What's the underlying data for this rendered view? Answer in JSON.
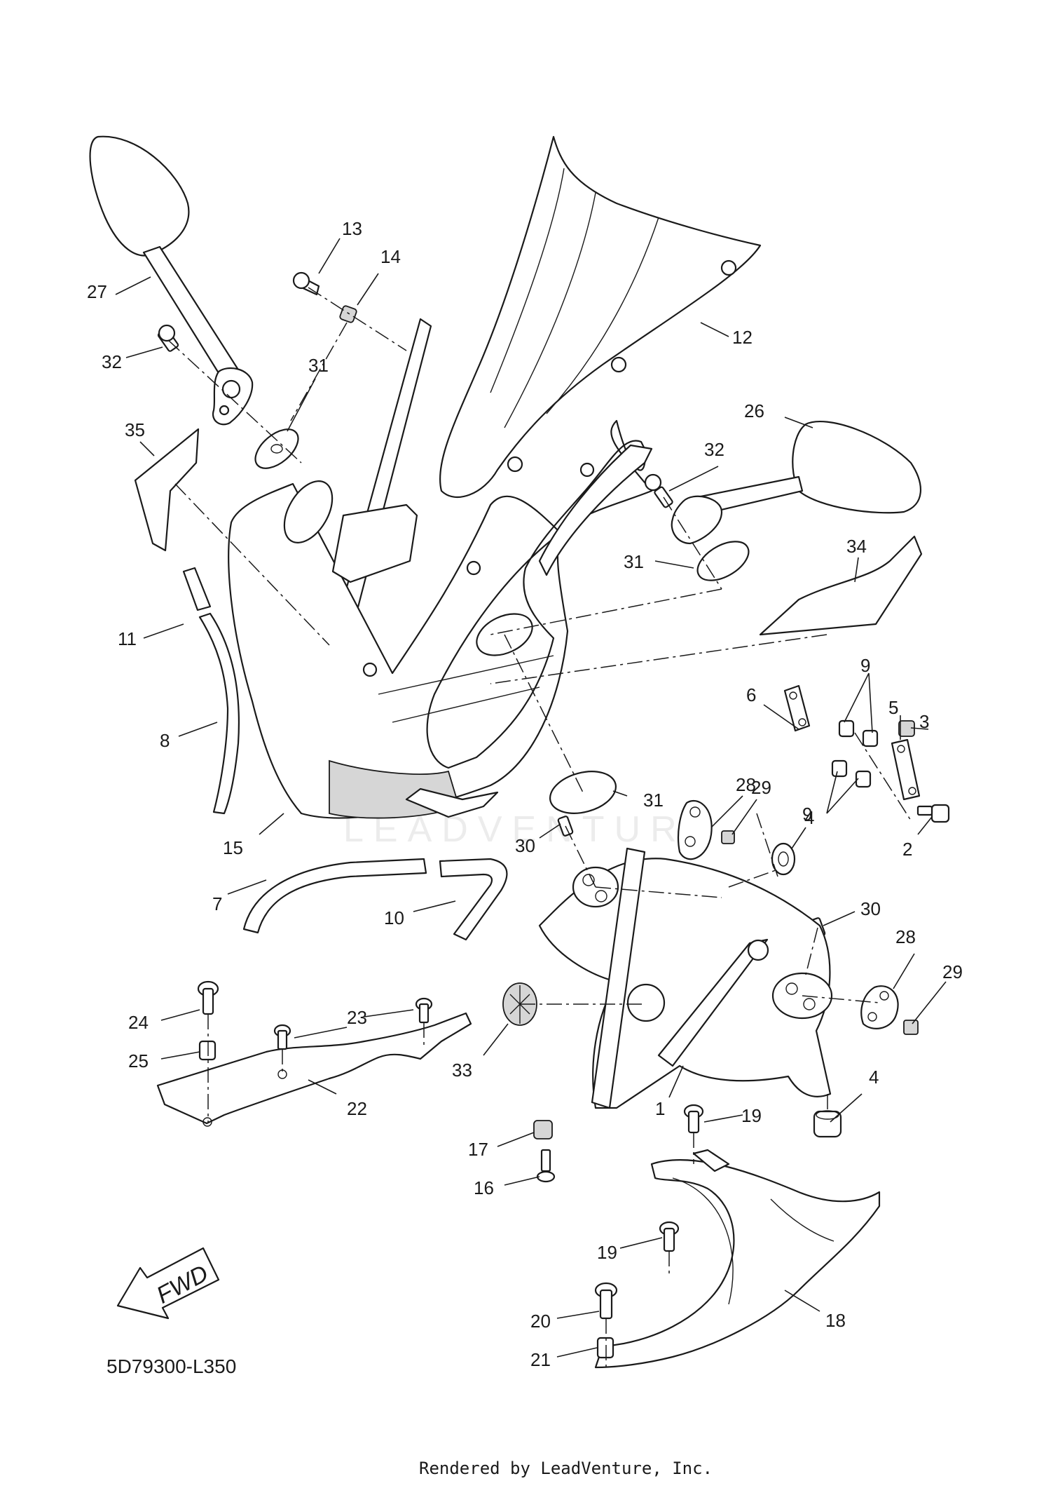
{
  "diagram_code": "5D79300-L350",
  "footer_text": "Rendered by LeadVenture, Inc.",
  "watermark_text": "LEADVENTURE",
  "fwd_label": "FWD",
  "callouts": [
    {
      "id": "c27",
      "label": "27"
    },
    {
      "id": "c13",
      "label": "13"
    },
    {
      "id": "c14",
      "label": "14"
    },
    {
      "id": "c32a",
      "label": "32"
    },
    {
      "id": "c31a",
      "label": "31"
    },
    {
      "id": "c35",
      "label": "35"
    },
    {
      "id": "c12",
      "label": "12"
    },
    {
      "id": "c26",
      "label": "26"
    },
    {
      "id": "c32b",
      "label": "32"
    },
    {
      "id": "c31b",
      "label": "31"
    },
    {
      "id": "c34",
      "label": "34"
    },
    {
      "id": "c11",
      "label": "11"
    },
    {
      "id": "c8",
      "label": "8"
    },
    {
      "id": "c6",
      "label": "6"
    },
    {
      "id": "c9a",
      "label": "9"
    },
    {
      "id": "c5",
      "label": "5"
    },
    {
      "id": "c3",
      "label": "3"
    },
    {
      "id": "c9b",
      "label": "9"
    },
    {
      "id": "c2",
      "label": "2"
    },
    {
      "id": "c28a",
      "label": "28"
    },
    {
      "id": "c29a",
      "label": "29"
    },
    {
      "id": "c31c",
      "label": "31"
    },
    {
      "id": "c4a",
      "label": "4"
    },
    {
      "id": "c30a",
      "label": "30"
    },
    {
      "id": "c15",
      "label": "15"
    },
    {
      "id": "c7",
      "label": "7"
    },
    {
      "id": "c10",
      "label": "10"
    },
    {
      "id": "c30b",
      "label": "30"
    },
    {
      "id": "c28b",
      "label": "28"
    },
    {
      "id": "c29b",
      "label": "29"
    },
    {
      "id": "c24",
      "label": "24"
    },
    {
      "id": "c23",
      "label": "23"
    },
    {
      "id": "c25",
      "label": "25"
    },
    {
      "id": "c22",
      "label": "22"
    },
    {
      "id": "c33",
      "label": "33"
    },
    {
      "id": "c1",
      "label": "1"
    },
    {
      "id": "c4b",
      "label": "4"
    },
    {
      "id": "c19a",
      "label": "19"
    },
    {
      "id": "c17",
      "label": "17"
    },
    {
      "id": "c16",
      "label": "16"
    },
    {
      "id": "c19b",
      "label": "19"
    },
    {
      "id": "c20",
      "label": "20"
    },
    {
      "id": "c18",
      "label": "18"
    },
    {
      "id": "c21",
      "label": "21"
    }
  ]
}
